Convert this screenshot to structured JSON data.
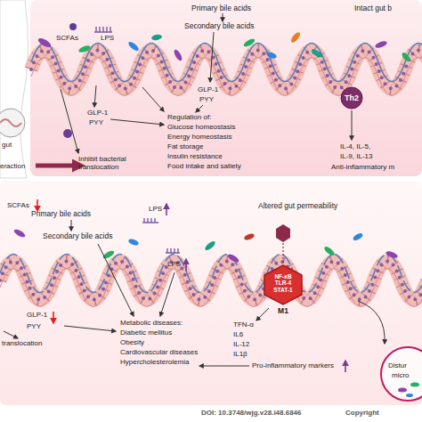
{
  "diagram": {
    "nodes": [
      {
        "text": [
          "Th2"
        ]
      },
      {
        "text": [
          "NF-κB TLR-4 STAT-1",
          "M1"
        ]
      }
    ],
    "labels": [
      "gut",
      "eraction",
      "SCFAs",
      "LPS",
      "GLP-1",
      "PYY",
      "Inhibit bacterial translocation",
      "Primary bile acids",
      "Secondary bile acids",
      "GLP-1",
      "PYY",
      "Regulation of:",
      "Glucose homeostasis",
      "Energy homeostasis",
      "Fat storage",
      "Insulin resistance",
      "Food intake and satiety",
      "Intact gut b",
      "IL-4, IL-5,",
      "IL-9, IL-13",
      "Anti-inflammatory m",
      "SCFAs",
      "Primary bile acids",
      "Secondary bile acids",
      "LPS",
      "Altered gut permeability",
      "LPS",
      "GLP-1",
      "PYY",
      "translocation",
      "Metabolic diseases:",
      "Diabetic mellitus",
      "Obesity",
      "Cardiovascular diseases",
      "Hypercholesterolemia",
      "TFN-α",
      "IL6",
      "IL-12",
      "IL1β",
      "Pro-inflammatory markers",
      "Distur",
      "micro",
      "DOI: 10.3748/wjg.v28.i48.6846",
      "Copyright"
    ]
  }
}
